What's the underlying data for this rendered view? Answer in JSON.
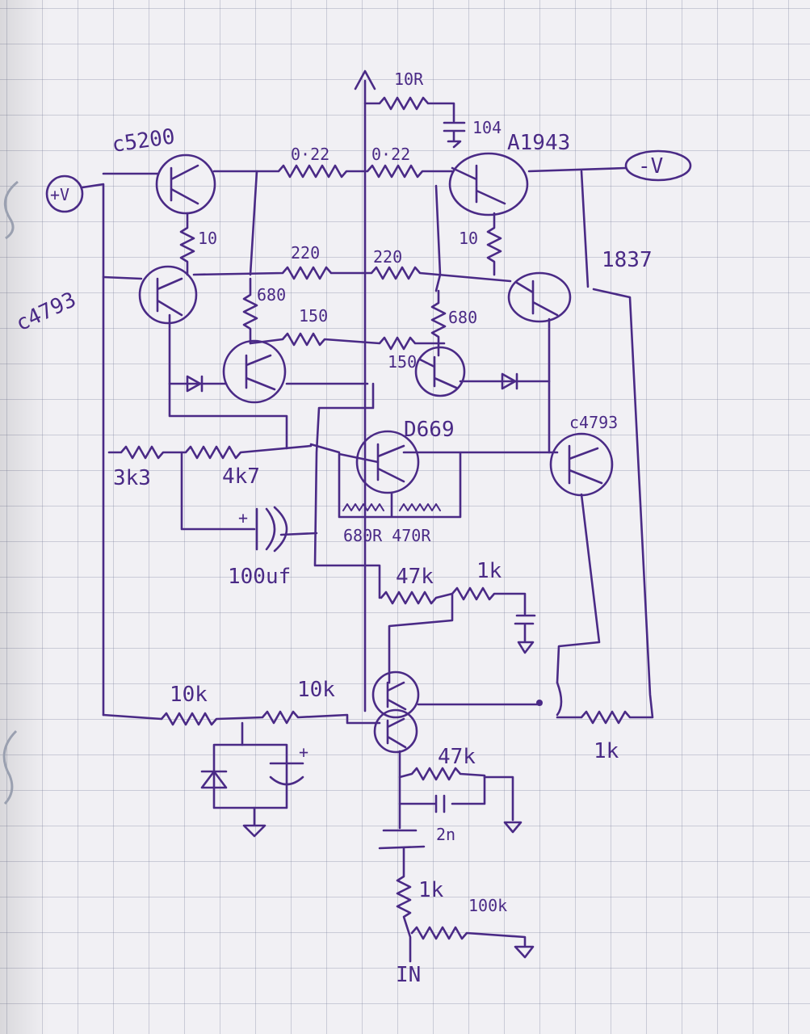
{
  "labels": {
    "plus_v": "+V",
    "minus_v": "-V",
    "c5200": "c5200",
    "a1943": "A1943",
    "r10r": "10R",
    "cap104": "104",
    "r022_left": "0·22",
    "r022_right": "0·22",
    "r10_left": "10",
    "r10_right": "10",
    "c4793_left": "c4793",
    "r1837": "1837",
    "r220_left": "220",
    "r220_right": "220",
    "r680_left": "680",
    "r680_right": "680",
    "r150_left": "150",
    "r150_right": "150",
    "d669": "D669",
    "c4793_right": "c4793",
    "r3k3": "3k3",
    "r4k7": "4k7",
    "r680r_470r": "680R 470R",
    "c100uf": "100uf",
    "r47k_top": "47k",
    "r1k_top": "1k",
    "r10k_left": "10k",
    "r10k_right": "10k",
    "r1k_right": "1k",
    "r47k_bottom": "47k",
    "c2n": "2n",
    "r1k_bottom": "1k",
    "r100k": "100k",
    "in": "IN",
    "plus_sign": "+"
  }
}
